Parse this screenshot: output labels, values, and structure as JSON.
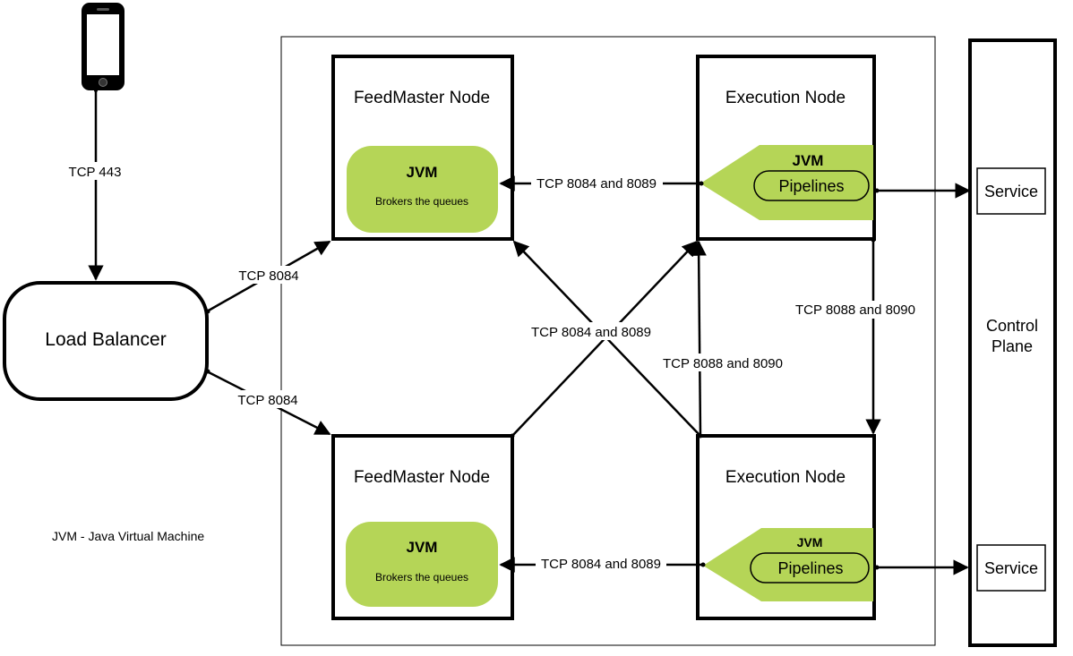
{
  "colors": {
    "jvm_fill": "#b5d557",
    "stroke": "#000000",
    "background": "#ffffff"
  },
  "phone": {
    "icon": "smartphone-icon"
  },
  "load_balancer": {
    "label": "Load Balancer"
  },
  "legend": {
    "text": "JVM - Java Virtual Machine"
  },
  "feedmaster_top": {
    "title": "FeedMaster Node",
    "jvm_title": "JVM",
    "jvm_subtitle": "Brokers the queues"
  },
  "feedmaster_bottom": {
    "title": "FeedMaster Node",
    "jvm_title": "JVM",
    "jvm_subtitle": "Brokers the queues"
  },
  "execution_top": {
    "title": "Execution Node",
    "jvm_title": "JVM",
    "pipelines": "Pipelines"
  },
  "execution_bottom": {
    "title": "Execution Node",
    "jvm_title": "JVM",
    "pipelines": "Pipelines"
  },
  "control_plane": {
    "label_line1": "Control",
    "label_line2": "Plane"
  },
  "services": {
    "top": "Service",
    "bottom": "Service"
  },
  "edges": {
    "phone_to_lb": "TCP 443",
    "lb_to_fm_top": "TCP 8084",
    "lb_to_fm_bottom": "TCP 8084",
    "exec_top_to_fm_top": "TCP 8084 and 8089",
    "exec_bottom_to_fm_bottom": "TCP 8084 and 8089",
    "cross": "TCP 8084 and 8089",
    "exec_bottom_up": "TCP 8088 and 8090",
    "exec_top_down": "TCP 8088 and 8090"
  }
}
